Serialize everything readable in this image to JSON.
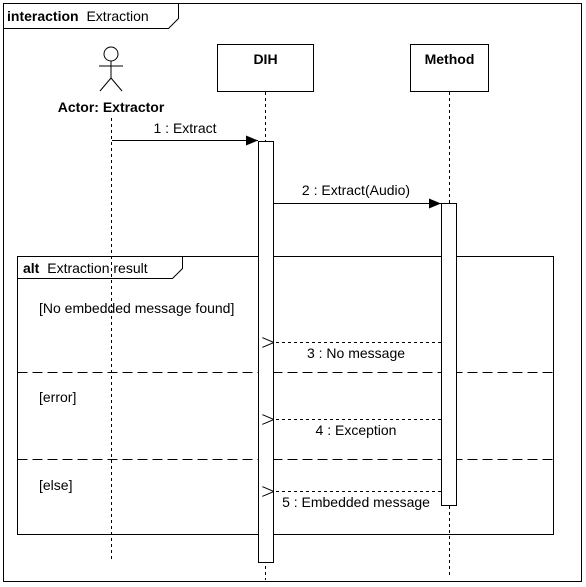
{
  "frame": {
    "keyword": "interaction",
    "name": "Extraction"
  },
  "actor": {
    "label": "Actor: Extractor"
  },
  "lifelines": [
    {
      "id": "dih",
      "label": "DIH"
    },
    {
      "id": "method",
      "label": "Method"
    }
  ],
  "messages": [
    {
      "label": "1 : Extract",
      "kind": "sync"
    },
    {
      "label": "2 : Extract(Audio)",
      "kind": "sync"
    },
    {
      "label": "3 : No message",
      "kind": "reply"
    },
    {
      "label": "4 : Exception",
      "kind": "reply"
    },
    {
      "label": "5 : Embedded message",
      "kind": "reply"
    }
  ],
  "alt_fragment": {
    "keyword": "alt",
    "name": "Extraction result",
    "guards": [
      "[No embedded message found]",
      "[error]",
      "[else]"
    ]
  }
}
